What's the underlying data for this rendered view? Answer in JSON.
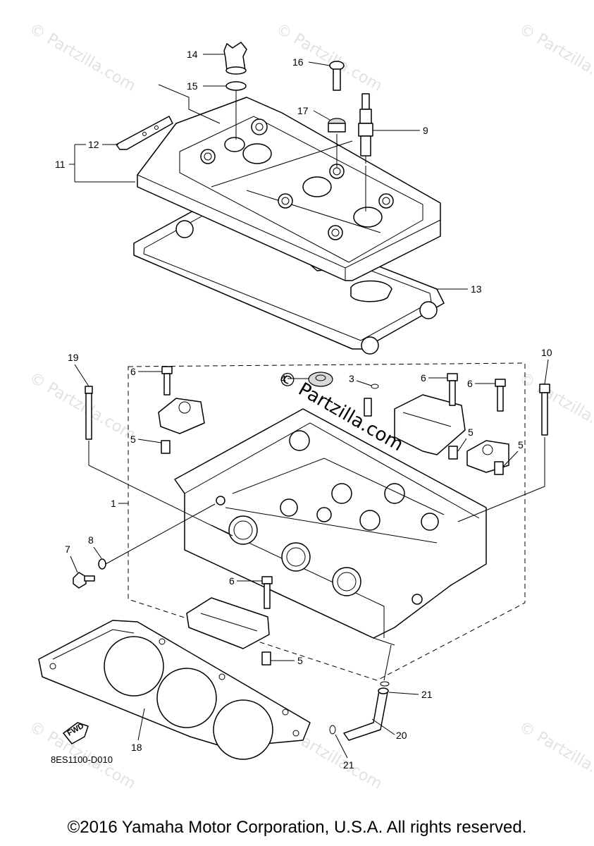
{
  "watermark": "© Partzilla.com",
  "watermark_center": "© Partzilla.com",
  "diagram_code": "8ES1100-D010",
  "fwd_label": "FWD",
  "copyright": "©2016 Yamaha Motor Corporation, U.S.A. All rights reserved.",
  "callouts": {
    "c1": "1",
    "c3": "3",
    "c4": "4",
    "c5a": "5",
    "c5b": "5",
    "c5c": "5",
    "c5d": "5",
    "c6a": "6",
    "c6b": "6",
    "c6c": "6",
    "c6d": "6",
    "c7": "7",
    "c8": "8",
    "c9": "9",
    "c10": "10",
    "c11": "11",
    "c12": "12",
    "c13": "13",
    "c14": "14",
    "c15": "15",
    "c16": "16",
    "c17": "17",
    "c18": "18",
    "c19": "19",
    "c20": "20",
    "c21a": "21",
    "c21b": "21"
  }
}
